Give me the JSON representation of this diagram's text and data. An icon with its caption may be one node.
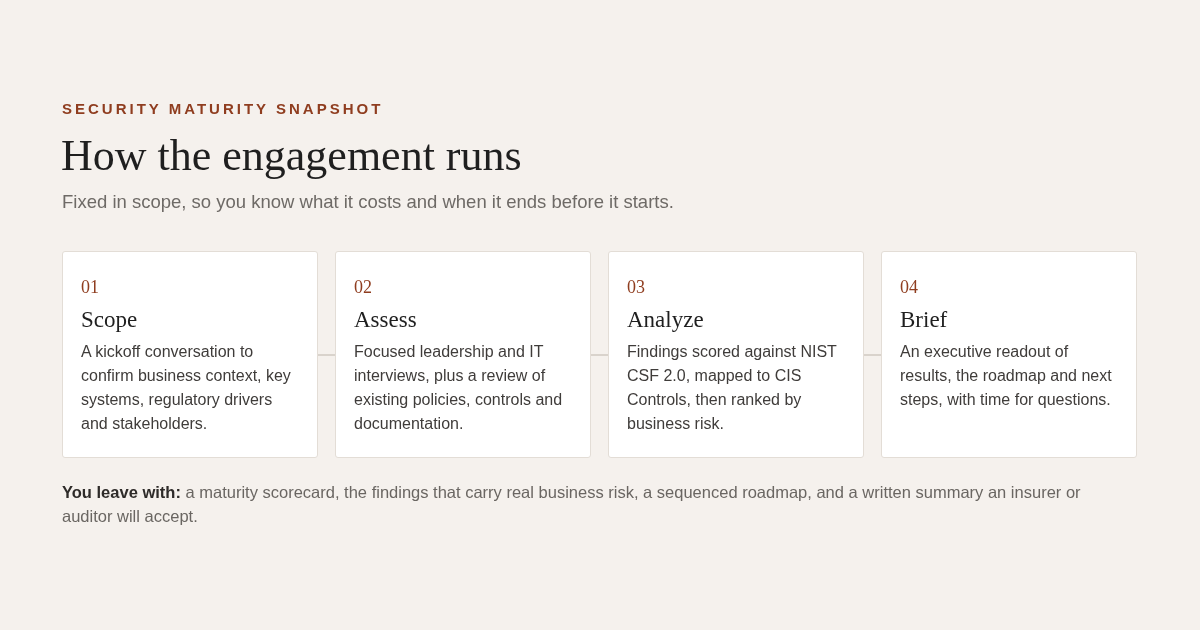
{
  "diagram": {
    "title": "How the engagement runs",
    "nodes": [
      {
        "text": [
          "01",
          "Scope",
          "A kickoff conversation to confirm business context, key systems, regulatory drivers and stakeholders."
        ]
      },
      {
        "text": [
          "02",
          "Assess",
          "Focused leadership and IT interviews, plus a review of existing policies, controls and documentation."
        ]
      },
      {
        "text": [
          "03",
          "Analyze",
          "Findings scored against NIST CSF 2.0, mapped to CIS Controls, then ranked by business risk."
        ]
      },
      {
        "text": [
          "04",
          "Brief",
          "An executive readout of results, the roadmap and next steps, with time for questions."
        ]
      }
    ],
    "edges": [
      {
        "from": 0,
        "to": 1,
        "arrow": "none"
      },
      {
        "from": 1,
        "to": 2,
        "arrow": "none"
      },
      {
        "from": 2,
        "to": 3,
        "arrow": "none"
      }
    ],
    "labels": [
      "SECURITY MATURITY SNAPSHOT",
      "Fixed in scope, so you know what it costs and when it ends before it starts.",
      "**You leave with:** a maturity scorecard, the findings that carry real business risk, a sequenced roadmap, and a written summary an insurer or auditor will accept."
    ]
  }
}
